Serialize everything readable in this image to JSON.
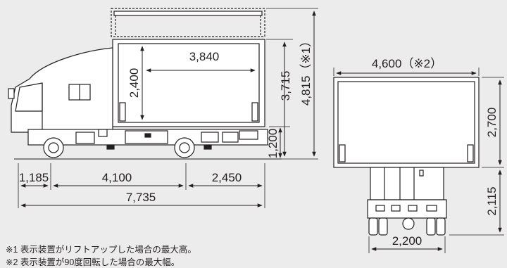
{
  "side_view": {
    "screen_width": "3,840",
    "screen_height": "2,400",
    "body_height": "3,715",
    "max_height": "4,815（※1）",
    "ground_clearance": "1,200",
    "front_overhang": "1,185",
    "wheelbase": "4,100",
    "rear_overhang": "2,450",
    "total_length": "7,735"
  },
  "rear_view": {
    "max_width": "4,600（※2）",
    "screen_height": "2,700",
    "chassis_height": "2,115",
    "vehicle_width": "2,200"
  },
  "notes": [
    "※1 表示装置がリフトアップした場合の最大高。",
    "※2 表示装置が90度回転した場合の最大幅。"
  ],
  "colors": {
    "background": "#ececec",
    "line": "#231f20",
    "fill": "#ffffff"
  }
}
